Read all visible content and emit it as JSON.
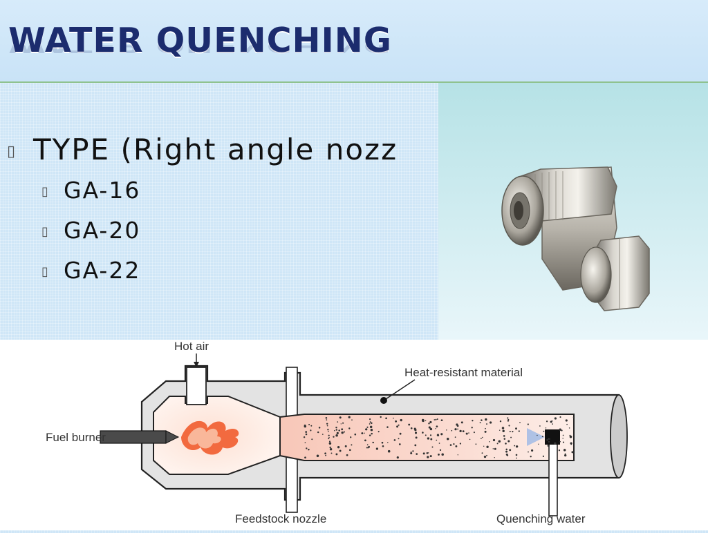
{
  "slide": {
    "title": "WATER QUENCHING",
    "bullet": {
      "text": "TYPE (Right angle nozz"
    },
    "sub_bullets": [
      {
        "text": "GA-16"
      },
      {
        "text": "GA-20"
      },
      {
        "text": "GA-22"
      }
    ]
  },
  "photo": {
    "subject": "right-angle-nozzle-photo"
  },
  "diagram": {
    "labels": {
      "hot_air": "Hot air",
      "heat_resistant": "Heat-resistant material",
      "fuel_burner": "Fuel burner",
      "feedstock_nozzle": "Feedstock nozzle",
      "quenching_water": "Quenching water"
    }
  },
  "colors": {
    "title": "#1c2c6e",
    "background": "#cfe6f7",
    "flame": "#f0603a"
  }
}
